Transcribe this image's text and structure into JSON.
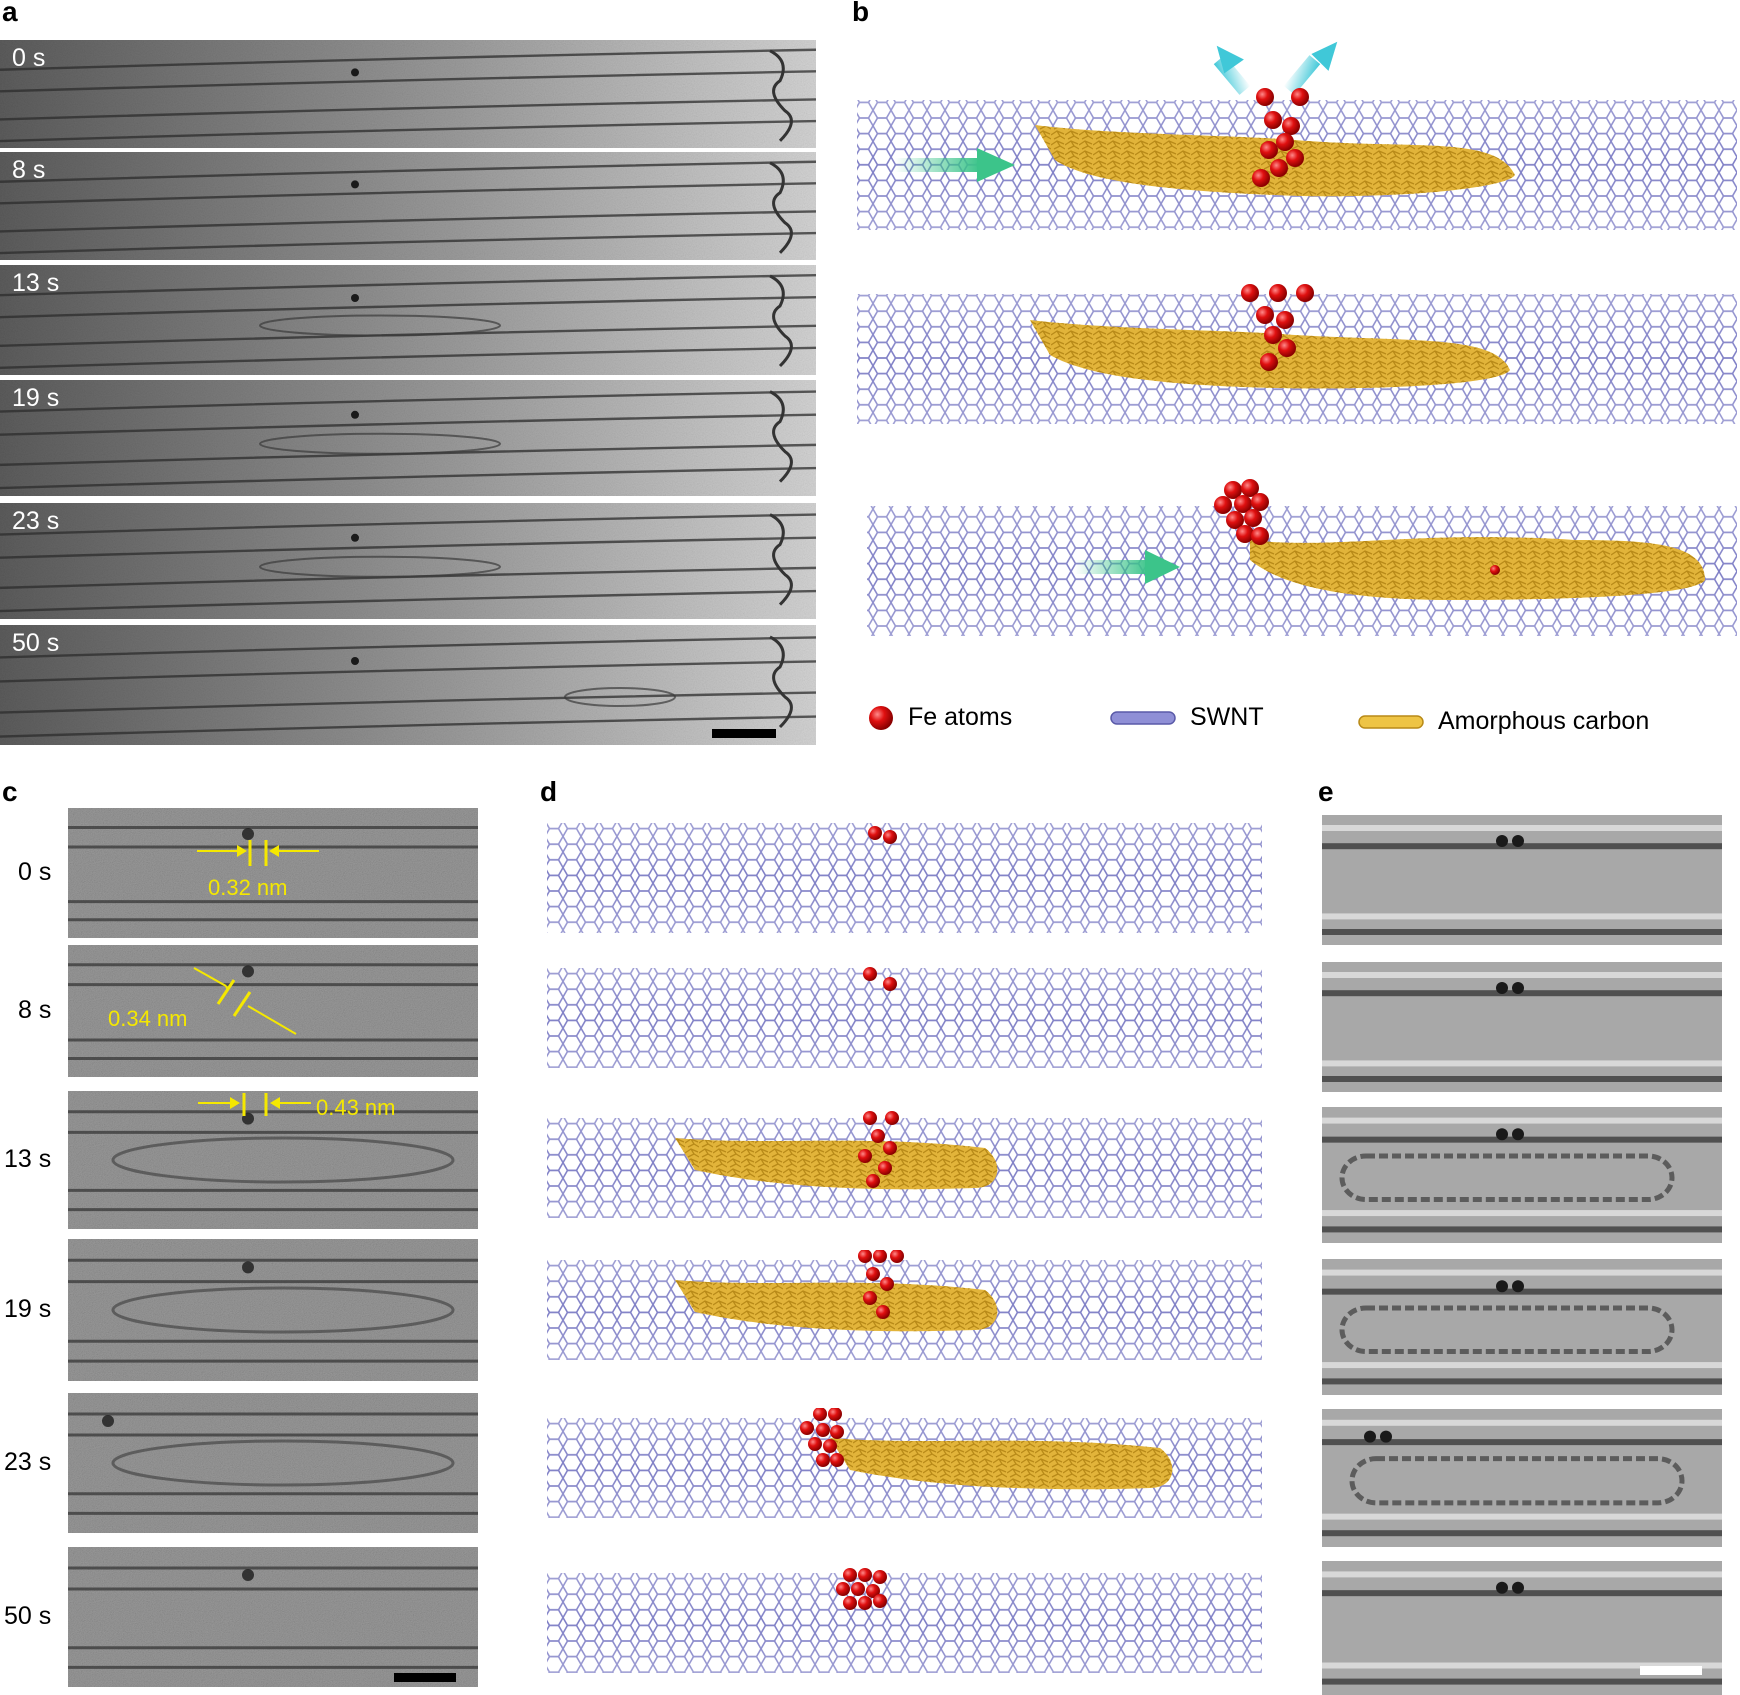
{
  "panels": {
    "a": {
      "letter": "a",
      "time_labels": [
        "0 s",
        "8 s",
        "13 s",
        "19 s",
        "23 s",
        "50 s"
      ]
    },
    "b": {
      "letter": "b",
      "legend": {
        "fe_label": "Fe atoms",
        "swnt_label": "SWNT",
        "carbon_label": "Amorphous carbon"
      }
    },
    "c": {
      "letter": "c",
      "time_labels": [
        "0 s",
        "8 s",
        "13 s",
        "19 s",
        "23 s",
        "50 s"
      ],
      "measurements": [
        "0.32 nm",
        "0.34 nm",
        "0.43 nm"
      ]
    },
    "d": {
      "letter": "d"
    },
    "e": {
      "letter": "e"
    }
  },
  "colors": {
    "swnt": "#7f7fc6",
    "carbon": "#e2b43a",
    "fe": "#e01010",
    "arrow_green": "#3cc48a",
    "arrow_cyan": "#40c8d8",
    "measure": "#f5e800"
  }
}
